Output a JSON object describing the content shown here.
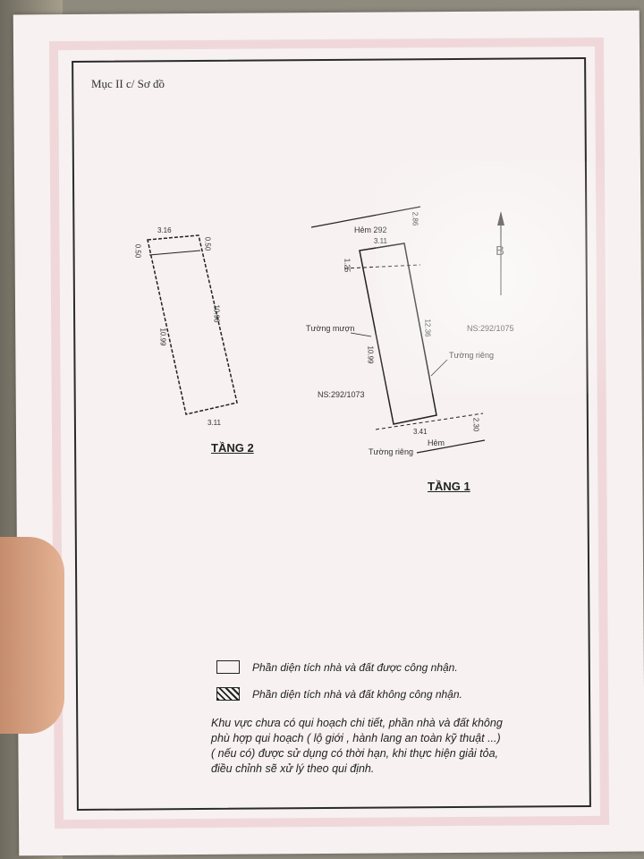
{
  "section_title": "Mục II c/ Sơ đồ",
  "floor2": {
    "label": "TẦNG 2",
    "dim_top": "3.16",
    "dim_bottom": "3.11",
    "dim_left": "10.99",
    "dim_right": "10.96",
    "dim_corner_a": "0.50",
    "dim_corner_b": "0.50"
  },
  "floor1": {
    "label": "TẦNG 1",
    "alley_top": "Hẻm 292",
    "alley_bottom": "Hẻm",
    "dim_top": "3.11",
    "dim_bottom": "3.41",
    "dim_left": "10.99",
    "dim_right": "12.36",
    "dim_top_offset": "1.25",
    "dim_alley_top": "2.86",
    "dim_alley_bottom": "2.30",
    "wall_borrowed_top": "Tường mượn",
    "wall_own": "Tường riêng",
    "wall_own_bottom": "Tường riêng",
    "house_no": "NS:292/1073",
    "neighbor_no": "NS:292/1075"
  },
  "north_label": "B",
  "legend": {
    "recognized": "Phần diện tích nhà và đất được công nhận.",
    "not_recognized": "Phần diện tích nhà và đất không công nhận."
  },
  "note_lines": [
    "Khu vực chưa có qui hoạch chi tiết, phần nhà và đất không",
    "phù hợp qui hoạch ( lộ giới , hành lang an toàn kỹ thuật ...)",
    "( nếu có) được sử dụng có thời hạn, khi thực hiện giải tỏa,",
    "điều chỉnh sẽ xử lý theo qui định."
  ],
  "colors": {
    "frame": "#2b2b2b",
    "paper": "#f7f1f1",
    "security_print": "#f0d8da"
  }
}
